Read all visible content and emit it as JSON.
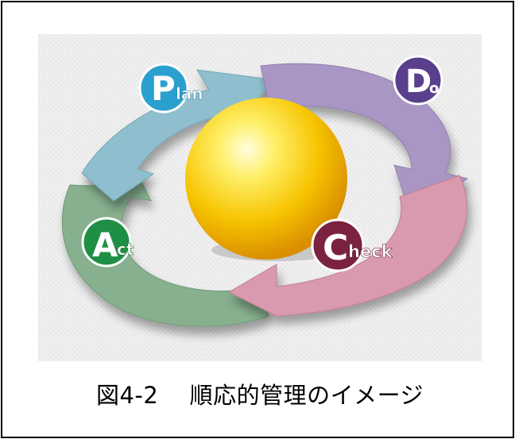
{
  "figure": {
    "caption": "図4-2　 順応的管理のイメージ",
    "stages": [
      {
        "id": "plan",
        "initial": "P",
        "rest": "lan",
        "badge_color": "#2aa0cf",
        "arrow_color": "#8fbfce"
      },
      {
        "id": "do",
        "initial": "D",
        "rest": "o",
        "badge_color": "#5a3f8c",
        "arrow_color": "#a996c4"
      },
      {
        "id": "check",
        "initial": "C",
        "rest": "heck",
        "badge_color": "#7a2240",
        "arrow_color": "#d99aad"
      },
      {
        "id": "act",
        "initial": "A",
        "rest": "ct",
        "badge_color": "#1f8f45",
        "arrow_color": "#86b08e"
      }
    ],
    "center_sphere_color": "#f7c400",
    "background_color": "#ececec"
  }
}
